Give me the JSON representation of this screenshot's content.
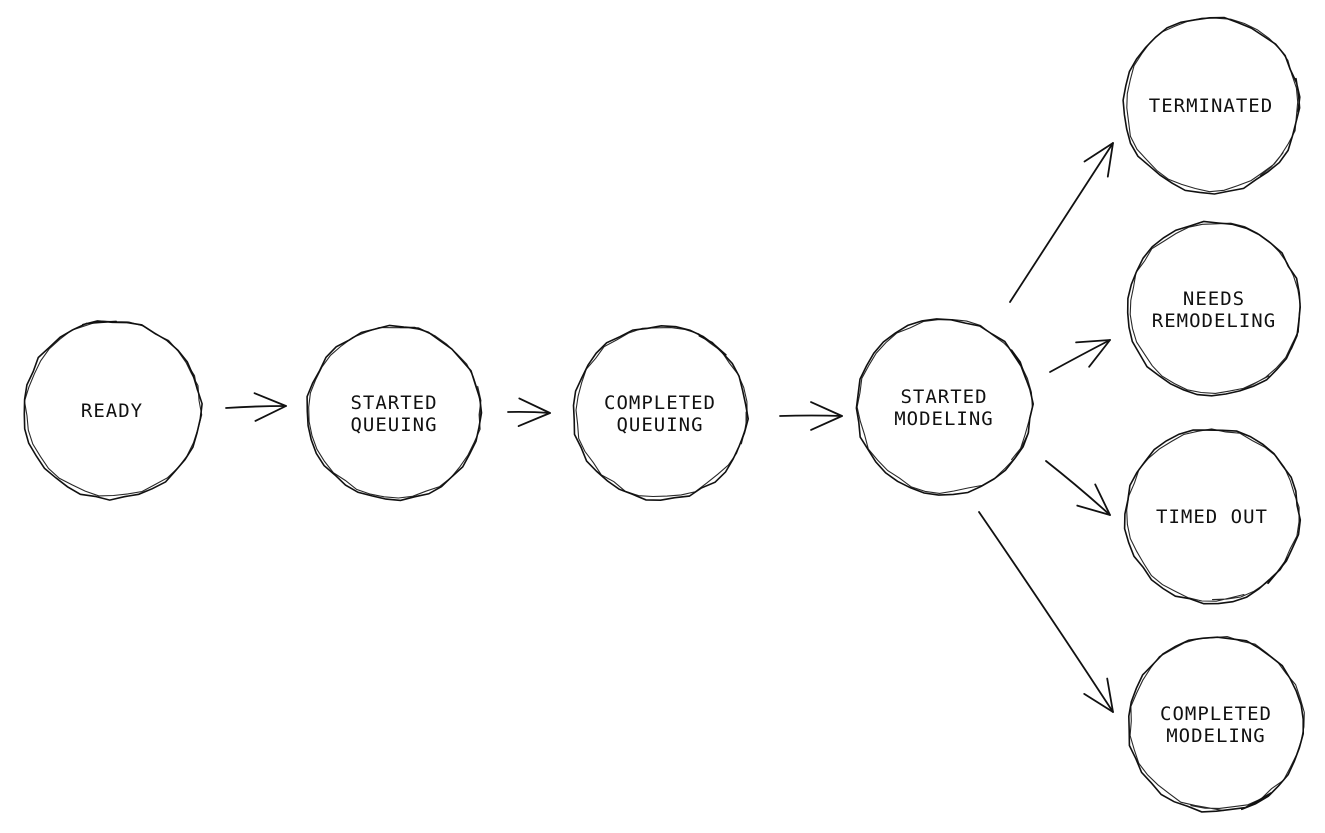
{
  "colors": {
    "stroke": "#111111",
    "background": "#ffffff"
  },
  "nodes": [
    {
      "id": "ready",
      "lines": [
        "READY"
      ]
    },
    {
      "id": "started-queuing",
      "lines": [
        "STARTED",
        "QUEUING"
      ]
    },
    {
      "id": "completed-queuing",
      "lines": [
        "COMPLETED",
        "QUEUING"
      ]
    },
    {
      "id": "started-modeling",
      "lines": [
        "STARTED",
        "MODELING"
      ]
    },
    {
      "id": "terminated",
      "lines": [
        "TERMINATED"
      ]
    },
    {
      "id": "needs-remodeling",
      "lines": [
        "NEEDS",
        "REMODELING"
      ]
    },
    {
      "id": "timed-out",
      "lines": [
        "TIMED OUT"
      ]
    },
    {
      "id": "completed-modeling",
      "lines": [
        "COMPLETED",
        "MODELING"
      ]
    }
  ],
  "edges": [
    {
      "from": "ready",
      "to": "started-queuing"
    },
    {
      "from": "started-queuing",
      "to": "completed-queuing"
    },
    {
      "from": "completed-queuing",
      "to": "started-modeling"
    },
    {
      "from": "started-modeling",
      "to": "terminated"
    },
    {
      "from": "started-modeling",
      "to": "needs-remodeling"
    },
    {
      "from": "started-modeling",
      "to": "timed-out"
    },
    {
      "from": "started-modeling",
      "to": "completed-modeling"
    }
  ]
}
